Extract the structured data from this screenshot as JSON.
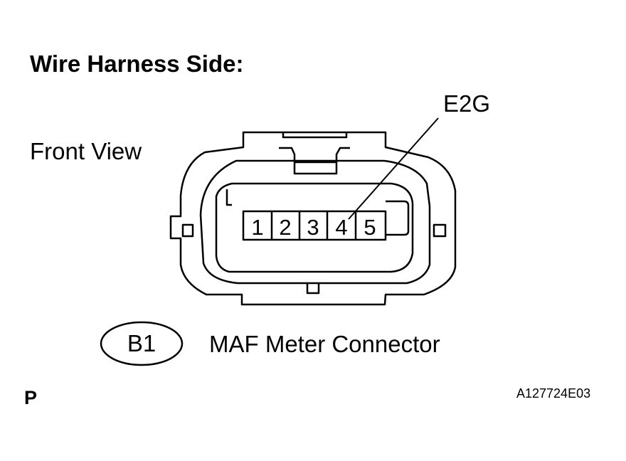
{
  "heading": "Wire Harness Side:",
  "view_label": "Front View",
  "pin_callout": "E2G",
  "pins": [
    "1",
    "2",
    "3",
    "4",
    "5"
  ],
  "connector_code": "B1",
  "connector_name": "MAF Meter Connector",
  "corner_mark": "P",
  "figure_id": "A127724E03"
}
